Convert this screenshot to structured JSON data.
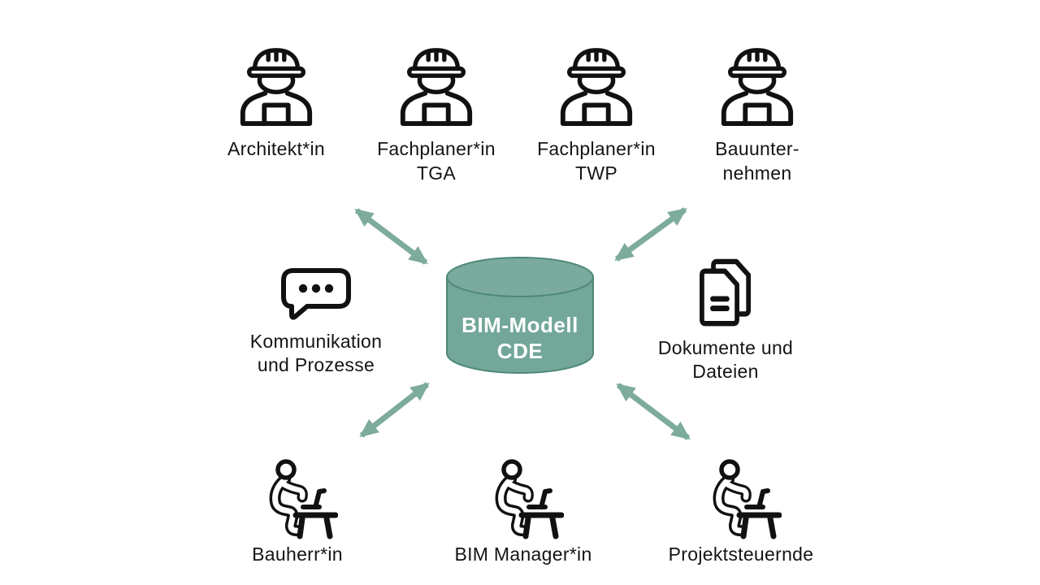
{
  "colors": {
    "background": "#ffffff",
    "accent_arrow": "#7dab9c",
    "cylinder_fill": "#73a799",
    "cylinder_top_fill": "#7bab9e",
    "cylinder_stroke": "#4e8878",
    "icon_color": "#111111",
    "text_color": "#141414",
    "center_text_color": "#ffffff"
  },
  "center": {
    "icon": "database-cylinder",
    "line1": "BIM-Modell",
    "line2": "CDE"
  },
  "nodes": {
    "architekt": {
      "icon": "construction-worker-icon",
      "line1": "Architekt*in",
      "line2": ""
    },
    "fachplaner_tga": {
      "icon": "construction-worker-icon",
      "line1": "Fachplaner*in",
      "line2": "TGA"
    },
    "fachplaner_twp": {
      "icon": "construction-worker-icon",
      "line1": "Fachplaner*in",
      "line2": "TWP"
    },
    "bauunternehmen": {
      "icon": "construction-worker-icon",
      "line1": "Bauunter-",
      "line2": "nehmen"
    },
    "kommunikation": {
      "icon": "speech-bubble-icon",
      "line1": "Kommunikation",
      "line2": "und Prozesse"
    },
    "dokumente": {
      "icon": "documents-icon",
      "line1": "Dokumente und",
      "line2": "Dateien"
    },
    "bauherr": {
      "icon": "person-at-desk-icon",
      "line1": "Bauherr*in",
      "line2": ""
    },
    "bim_manager": {
      "icon": "person-at-desk-icon",
      "line1": "BIM Manager*in",
      "line2": ""
    },
    "projektsteuernde": {
      "icon": "person-at-desk-icon",
      "line1": "Projektsteuernde",
      "line2": ""
    }
  },
  "arrows": [
    {
      "position": "top-left",
      "bidirectional": true
    },
    {
      "position": "top-right",
      "bidirectional": true
    },
    {
      "position": "bottom-left",
      "bidirectional": true
    },
    {
      "position": "bottom-right",
      "bidirectional": true
    }
  ]
}
